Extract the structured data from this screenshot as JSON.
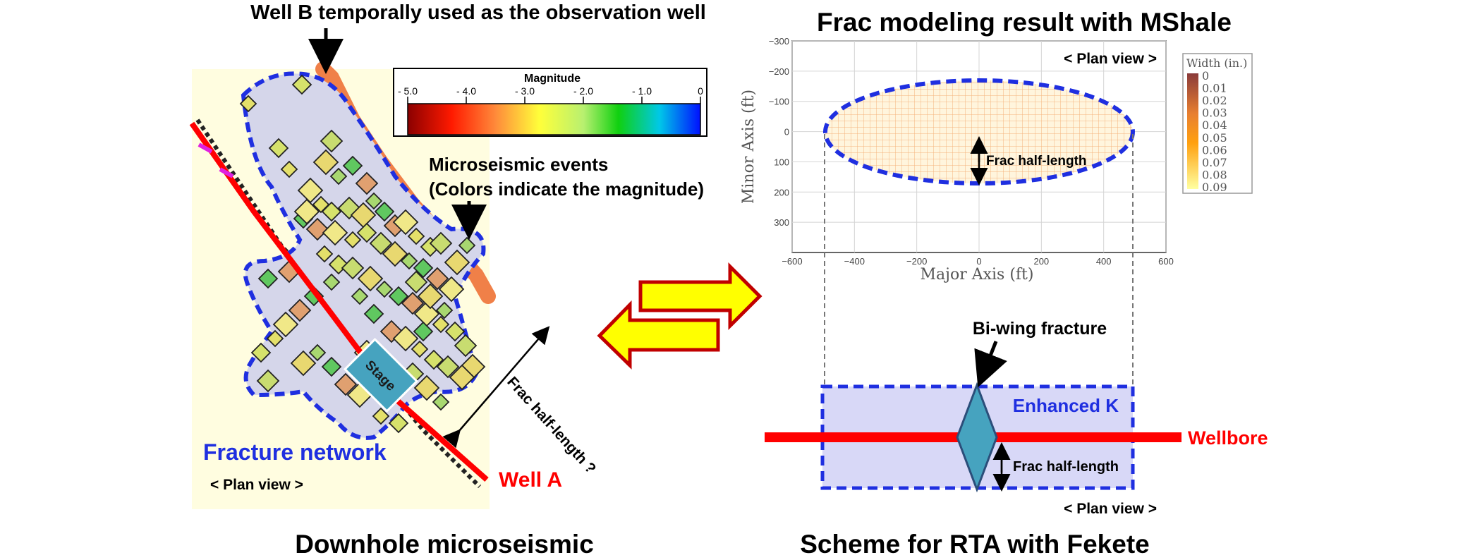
{
  "left_panel": {
    "well_b_label": "Well B temporally used as the observation well",
    "magnitude_title": "Magnitude",
    "magnitude_ticks": [
      "- 5.0",
      "- 4.0",
      "- 3.0",
      "- 2.0",
      "- 1.0",
      "0"
    ],
    "microseismic_label_line1": "Microseismic events",
    "microseismic_label_line2": "(Colors indicate the magnitude)",
    "stage_label": "Stage",
    "frac_half_length_label": "Frac half-length ?",
    "fracture_network_label": "Fracture network",
    "plan_view_label": "< Plan view >",
    "well_a_label": "Well A",
    "caption": "Downhole microseismic"
  },
  "right_panel": {
    "title": "Frac modeling result with MShale",
    "plot_plan_view_label": "< Plan view >",
    "y_axis_label": "Minor Axis (ft)",
    "x_axis_label": "Major Axis (ft)",
    "y_ticks": [
      "−300",
      "−200",
      "−100",
      "0",
      "100",
      "200",
      "300"
    ],
    "x_ticks": [
      "−600",
      "−400",
      "−200",
      "0",
      "200",
      "400",
      "600"
    ],
    "ellipse_frac_label": "Frac half-length",
    "width_legend_title": "Width (in.)",
    "width_legend_values": [
      "0",
      "0.01",
      "0.02",
      "0.03",
      "0.04",
      "0.05",
      "0.06",
      "0.07",
      "0.08",
      "0.09"
    ],
    "biwing_label": "Bi-wing fracture",
    "enhanced_k_label": "Enhanced K",
    "wellbore_label": "Wellbore",
    "scheme_frac_label": "Frac half-length",
    "scheme_plan_view_label": "< Plan view >",
    "caption": "Scheme for RTA with Fekete"
  },
  "colors": {
    "blue_dashed": "#1f2fe0",
    "well_red": "#ff0000",
    "arrow_yellow": "#ffff00",
    "arrow_border": "#c00000",
    "stage_fill": "#46a3bf",
    "enhanced_k_fill": "#d8d8f7",
    "left_bg": "#fffde0",
    "network_fill": "#d5d6ea"
  }
}
